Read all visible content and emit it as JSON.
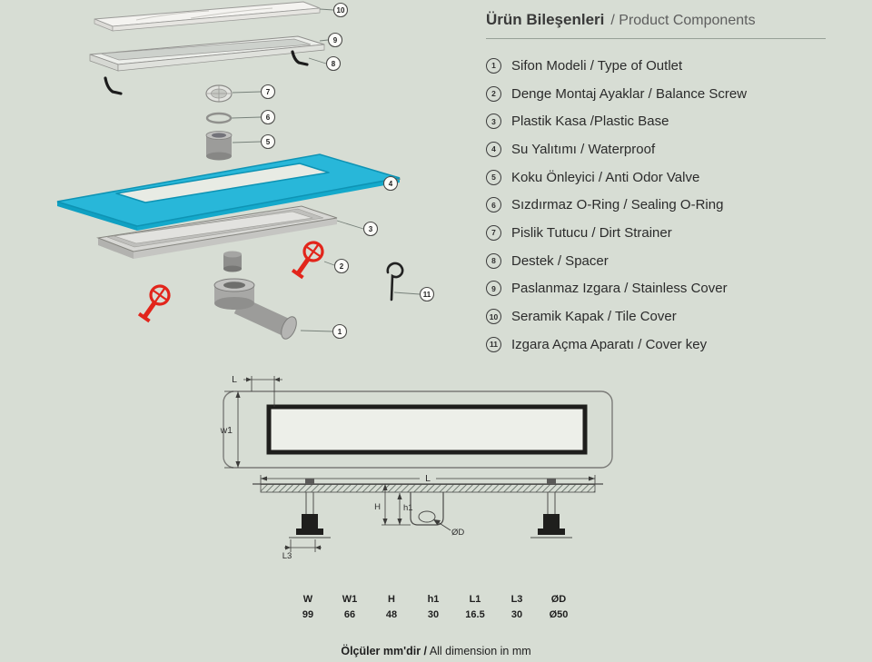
{
  "header": {
    "title_tr": "Ürün Bileşenleri",
    "title_en": "/ Product Components"
  },
  "components": [
    {
      "num": "1",
      "label": "Sifon Modeli / Type of Outlet"
    },
    {
      "num": "2",
      "label": "Denge Montaj Ayaklar / Balance Screw"
    },
    {
      "num": "3",
      "label": "Plastik Kasa /Plastic Base"
    },
    {
      "num": "4",
      "label": "Su Yalıtımı / Waterproof"
    },
    {
      "num": "5",
      "label": "Koku Önleyici / Anti Odor Valve"
    },
    {
      "num": "6",
      "label": "Sızdırmaz O-Ring / Sealing O-Ring"
    },
    {
      "num": "7",
      "label": "Pislik Tutucu / Dirt Strainer"
    },
    {
      "num": "8",
      "label": "Destek / Spacer"
    },
    {
      "num": "9",
      "label": "Paslanmaz Izgara / Stainless Cover"
    },
    {
      "num": "10",
      "label": "Seramik Kapak / Tile Cover"
    },
    {
      "num": "11",
      "label": "Izgara Açma Aparatı / Cover key"
    }
  ],
  "diagram": {
    "callout_labels": [
      "1",
      "2",
      "3",
      "4",
      "5",
      "6",
      "7",
      "8",
      "9",
      "10",
      "11"
    ],
    "dims": {
      "L": "L",
      "w1": "w1",
      "H": "H",
      "h1": "h1",
      "dia": "ØD",
      "L3": "L3"
    }
  },
  "table": {
    "headers": [
      "W",
      "W1",
      "H",
      "h1",
      "L1",
      "L3",
      "ØD"
    ],
    "values": [
      "99",
      "66",
      "48",
      "30",
      "16.5",
      "30",
      "Ø50"
    ]
  },
  "footer": {
    "bold": "Ölçüler mm'dir /",
    "regular": "All dimension in mm"
  },
  "colors": {
    "background": "#d7ddd4",
    "membrane_blue": "#28b7d9",
    "accent_red": "#e2251b"
  }
}
